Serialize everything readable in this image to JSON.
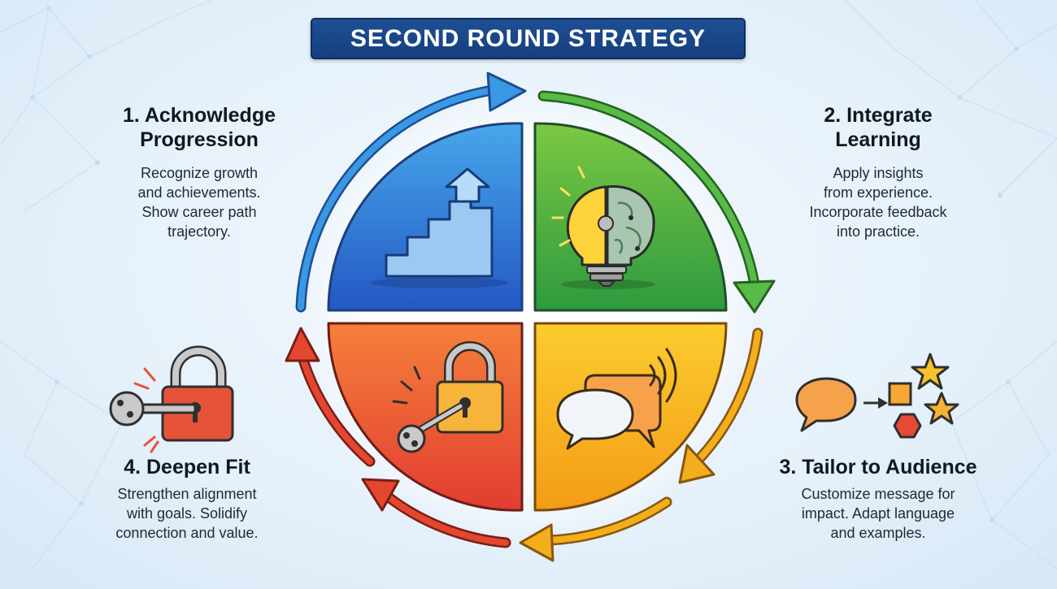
{
  "title": "SECOND ROUND STRATEGY",
  "steps": [
    {
      "title_line1": "1. Acknowledge",
      "title_line2": "Progression",
      "desc_line1": "Recognize growth",
      "desc_line2": "and achievements.",
      "desc_line3": "Show career path",
      "desc_line4": "trajectory."
    },
    {
      "title_line1": "2. Integrate",
      "title_line2": "Learning",
      "desc_line1": "Apply insights",
      "desc_line2": "from experience.",
      "desc_line3": "Incorporate feedback",
      "desc_line4": "into practice."
    },
    {
      "title_line1": "3. Tailor to Audience",
      "desc_line1": "Customize message for",
      "desc_line2": "impact. Adapt language",
      "desc_line3": "and examples."
    },
    {
      "title_line1": "4. Deepen Fit",
      "desc_line1": "Strengthen alignment",
      "desc_line2": "with goals. Solidify",
      "desc_line3": "connection and value."
    }
  ],
  "icons": {
    "quadrant_top_left": "rising-stairs-arrow-icon",
    "quadrant_top_right": "lightbulb-brain-icon",
    "quadrant_bottom_right": "speech-bubbles-icon",
    "quadrant_bottom_left": "key-padlock-icon",
    "side_left": "key-padlock-icon",
    "side_right": "speech-bubble-shapes-icon"
  },
  "colors": {
    "title_banner": "#1b4a8c",
    "quadrant_blue": "#2f72d2",
    "quadrant_green": "#3daa3f",
    "quadrant_yellow": "#f6b21c",
    "quadrant_red": "#ea5533",
    "arrow_blue": "#2b86d9",
    "arrow_green": "#4cb84a",
    "arrow_yellow": "#f1a91a",
    "arrow_red": "#e4432e"
  }
}
